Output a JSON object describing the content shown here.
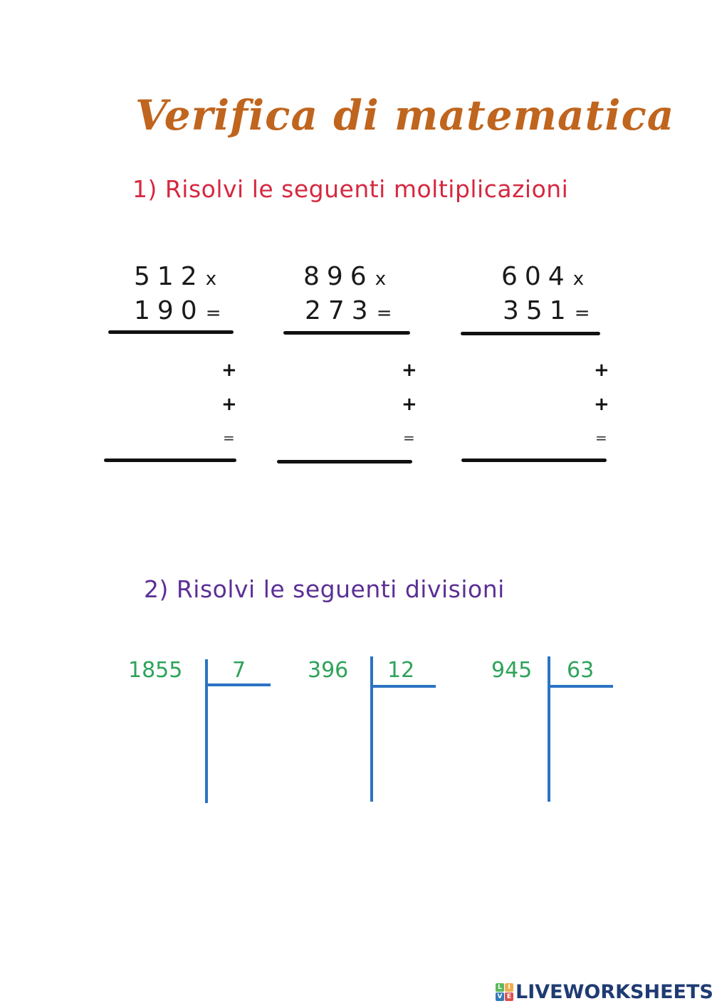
{
  "title": "Verifica di matematica",
  "section1": {
    "heading": "1) Risolvi le seguenti moltiplicazioni",
    "problems": [
      {
        "multiplicand": "512",
        "multiplier": "190",
        "times_sign": "x",
        "equals_sign": "=",
        "partial_signs": [
          "+",
          "+",
          "="
        ]
      },
      {
        "multiplicand": "896",
        "multiplier": "273",
        "times_sign": "x",
        "equals_sign": "=",
        "partial_signs": [
          "+",
          "+",
          "="
        ]
      },
      {
        "multiplicand": "604",
        "multiplier": "351",
        "times_sign": "x",
        "equals_sign": "=",
        "partial_signs": [
          "+",
          "+",
          "="
        ]
      }
    ]
  },
  "section2": {
    "heading": "2) Risolvi le seguenti divisioni",
    "problems": [
      {
        "dividend": "1855",
        "divisor": "7"
      },
      {
        "dividend": "396",
        "divisor": "12"
      },
      {
        "dividend": "945",
        "divisor": "63"
      }
    ]
  },
  "footer": {
    "logo_letters": [
      "L",
      "I",
      "V",
      "E"
    ],
    "logo_colors": [
      "#5cb85c",
      "#f0ad4e",
      "#337ab7",
      "#d9534f"
    ],
    "brand": "LIVEWORKSHEETS"
  },
  "colors": {
    "title": "#c0651e",
    "section1": "#d6283f",
    "section2": "#5b2f95",
    "division_numbers": "#2ea35a",
    "division_lines": "#2b74c4"
  }
}
